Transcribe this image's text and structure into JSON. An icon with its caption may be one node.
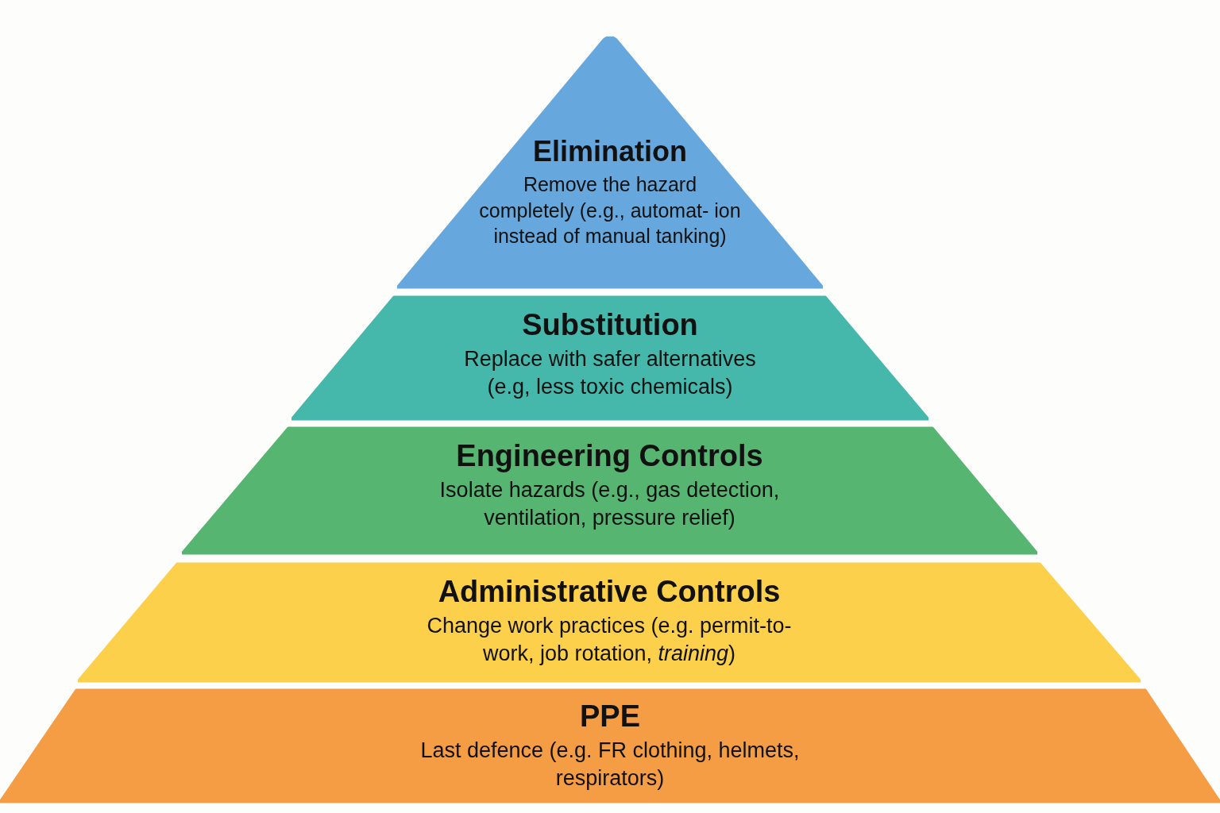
{
  "diagram": {
    "nodes": [
      {
        "text": [
          "Elimination",
          "Remove the hazard completely (e.g., automat- ion instead of manual tanking)"
        ]
      },
      {
        "text": [
          "Substitution",
          "Replace with safer alternatives (e.g, less toxic chemicals)"
        ]
      },
      {
        "text": [
          "Engineering Controls",
          "Isolate hazards (e.g., gas detection, ventilation, pressure relief)"
        ]
      },
      {
        "text": [
          "Administrative Controls",
          "Change work practices (e.g. permit-to-work, job rotation, *training*)"
        ]
      },
      {
        "text": [
          "PPE",
          "Last defence (e.g. FR clothing, helmets, respirators)"
        ]
      }
    ]
  }
}
